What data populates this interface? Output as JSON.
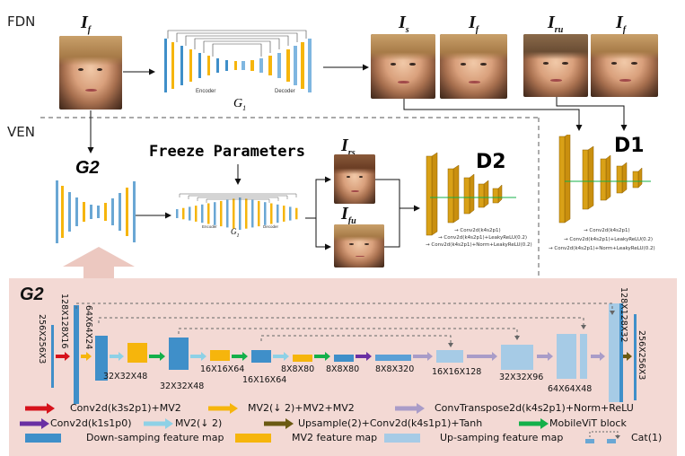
{
  "sections": {
    "fdn": "FDN",
    "ven": "VEN"
  },
  "labels": {
    "i_f_main": "I",
    "i_f_main_sub": "f",
    "g1": "G",
    "g1_sub": "1",
    "g1_small": "G",
    "g1_small_sub": "1",
    "i_s": "I",
    "i_s_sub": "s",
    "i_f_top": "I",
    "i_f_top_sub": "f",
    "i_ru": "I",
    "i_ru_sub": "ru",
    "i_f_top2": "I",
    "i_f_top2_sub": "f",
    "i_rs": "I",
    "i_rs_sub": "rs",
    "i_fu": "I",
    "i_fu_sub": "fu",
    "g2": "G2",
    "freeze": "Freeze Parameters",
    "d1": "D1",
    "d2": "D2",
    "encoder": "Encoder",
    "decoder": "Decoder"
  },
  "disc_legend": {
    "d2": [
      "Conv2d(k4s2p1)",
      "Conv2d(k4s2p1)+LeakyReLU(0.2)",
      "Conv2d(k4s2p1)+Norm+LeakyReLU(0.2)"
    ],
    "d1": [
      "Conv2d(k4s2p1)",
      "Conv2d(k4s2p1)+LeakyReLU(0.2)",
      "Conv2d(k4s2p1)+Norm+LeakyReLU(0.2)"
    ]
  },
  "g2_panel": {
    "title": "G2",
    "dims": {
      "input": "256X256X3",
      "d128": "128X128X16",
      "d64": "64X64X24",
      "d32a": "32X32X48",
      "d32b": "32X32X48",
      "d16a": "16X16X64",
      "d16b": "16X16X64",
      "d8a": "8X8X80",
      "d8b": "8X8X80",
      "d8c": "8X8X320",
      "u16": "16X16X128",
      "u32": "32X32X96",
      "u64": "64X64X48",
      "u128": "128X128X32",
      "output": "256X256X3"
    }
  },
  "legend": [
    {
      "color": "#d6121b",
      "text": "Conv2d(k3s2p1)+MV2"
    },
    {
      "color": "#f6b50c",
      "text": "MV2(↓ 2)+MV2+MV2"
    },
    {
      "color": "#a99cc8",
      "text": "ConvTranspose2d(k4s2p1)+Norm+ReLU"
    },
    {
      "color": "#6a2fa3",
      "text": "Conv2d(k1s1p0)"
    },
    {
      "color": "#8ed1e6",
      "text": "MV2(↓ 2)"
    },
    {
      "color": "#6b5a12",
      "text": "Upsample(2)+Conv2d(k4s1p1)+Tanh"
    },
    {
      "color": "#14b04a",
      "text": "MobileViT block"
    }
  ],
  "legend_boxes": [
    {
      "color": "#3f8fc9",
      "text": "Down-samping feature map"
    },
    {
      "color": "#f6b50c",
      "text": "MV2 feature map"
    },
    {
      "color": "#a6cbe6",
      "text": "Up-samping feature map"
    },
    {
      "color": "#6aa7d4",
      "text": "Cat(1)"
    }
  ]
}
